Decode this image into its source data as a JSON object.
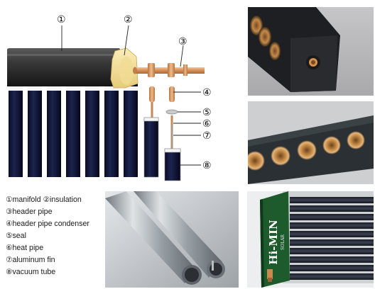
{
  "diagram": {
    "callouts": [
      "①",
      "②",
      "③",
      "④",
      "⑤",
      "⑥",
      "⑦",
      "⑧"
    ]
  },
  "legend": {
    "items": [
      "①manifold  ②insulation",
      "③header pipe",
      "④header pipe condenser",
      "⑤seal",
      "⑥heat pipe",
      "⑦aluminum fin",
      "⑧vacuum tube"
    ]
  },
  "collector_photo": {
    "brand": "Hi-MIN",
    "sub": "SOLAR"
  },
  "colors": {
    "manifold": "#2e2e2e",
    "insulation": "#f2dd9a",
    "copper": "#d99a62",
    "tube_dark": "#101430",
    "tube_band": "#f4f4f4"
  }
}
